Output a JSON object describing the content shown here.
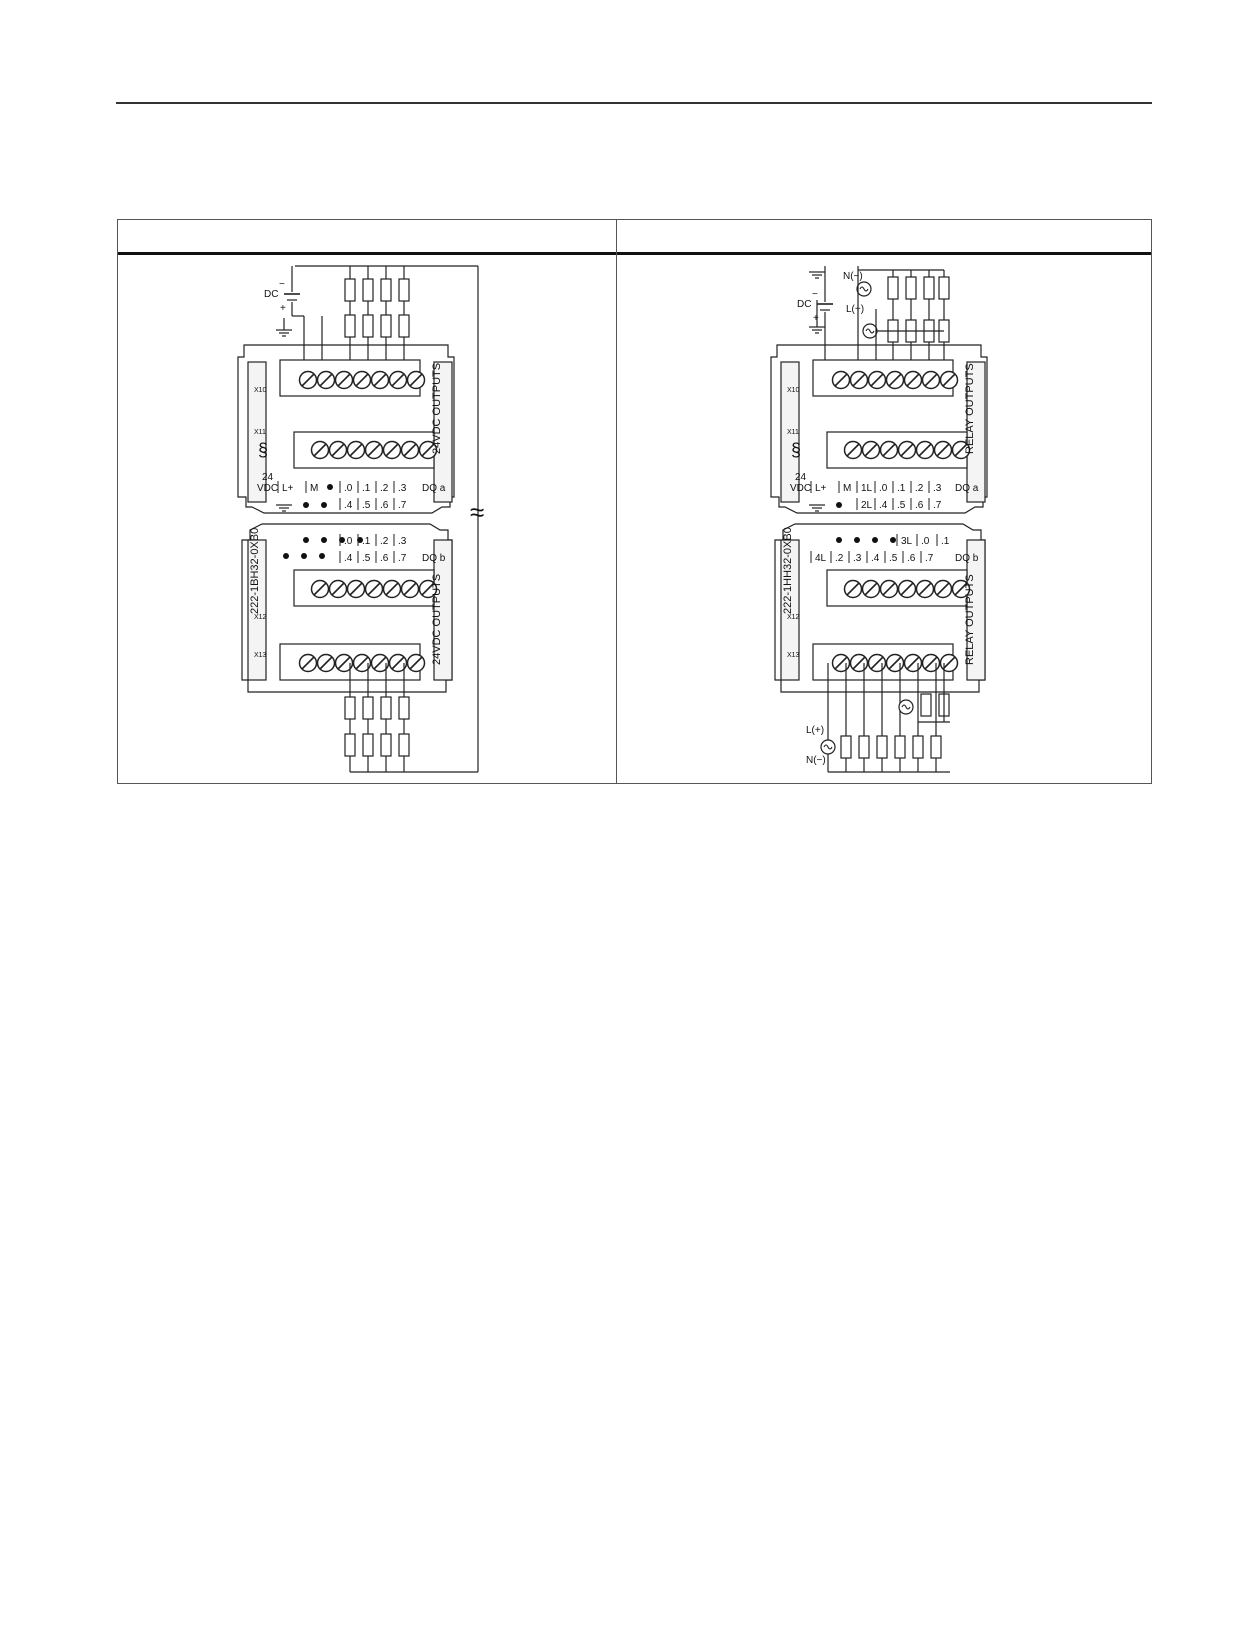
{
  "table": {
    "header_left": "",
    "header_right": ""
  },
  "left_module": {
    "supply_label": "DC",
    "minus": "−",
    "plus": "+",
    "x10": "X10",
    "x11": "X11",
    "x12": "X12",
    "x13": "X13",
    "rating_top": "24",
    "rating_bottom": "VDC",
    "side_label_top": "24VDC OUTPUTS",
    "side_label_bottom": "24VDC OUTPUTS",
    "order_number": "222-1BH32-0XB0",
    "group_a": "DQ a",
    "group_b": "DQ b",
    "row1_labels": [
      "L+",
      "M",
      ".0",
      ".1",
      ".2",
      ".3"
    ],
    "row2_labels": [
      ".4",
      ".5",
      ".6",
      ".7"
    ],
    "row3_labels": [
      ".0",
      ".1",
      ".2",
      ".3"
    ],
    "row4_labels": [
      ".4",
      ".5",
      ".6",
      ".7"
    ],
    "break_symbol": "≈"
  },
  "right_module": {
    "supply_label": "DC",
    "minus": "−",
    "plus": "+",
    "neutral_top": "N(−)",
    "line_top": "L(+)",
    "line_bottom": "L(+)",
    "neutral_bottom": "N(−)",
    "x10": "X10",
    "x11": "X11",
    "x12": "X12",
    "x13": "X13",
    "rating_top": "24",
    "rating_bottom": "VDC",
    "side_label_top": "RELAY OUTPUTS",
    "side_label_bottom": "RELAY OUTPUTS",
    "order_number": "222-1HH32-0XB0",
    "group_a": "DQ a",
    "group_b": "DQ b",
    "row1_labels": [
      "L+",
      "M",
      "1L",
      ".0",
      ".1",
      ".2",
      ".3"
    ],
    "row2_labels": [
      "2L",
      ".4",
      ".5",
      ".6",
      ".7"
    ],
    "row3_labels": [
      "3L",
      ".0",
      ".1"
    ],
    "row4_labels": [
      "4L",
      ".2",
      ".3",
      ".4",
      ".5",
      ".6",
      ".7"
    ]
  }
}
